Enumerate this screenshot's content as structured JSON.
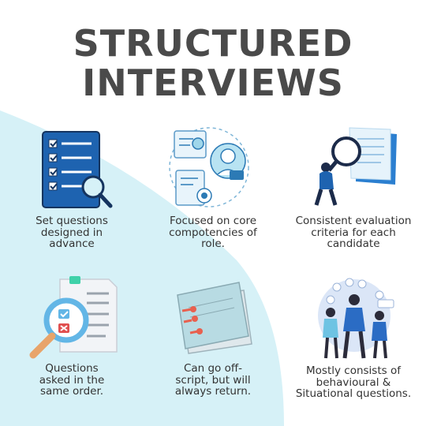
{
  "title": {
    "line1": "STRUCTURED",
    "line2": "INTERVIEWS"
  },
  "items": [
    {
      "icon": "checklist-magnifier-icon",
      "caption": [
        "Set questions",
        "designed in",
        "advance"
      ]
    },
    {
      "icon": "profile-documents-icon",
      "caption": [
        "Focused on core",
        "compotencies of",
        "role."
      ]
    },
    {
      "icon": "person-magnifier-document-icon",
      "caption": [
        "Consistent evaluation",
        "criteria for each",
        "candidate"
      ]
    },
    {
      "icon": "clipboard-magnifier-icon",
      "caption": [
        "Questions",
        "asked in the",
        "same order."
      ]
    },
    {
      "icon": "papers-paperclips-icon",
      "caption": [
        "Can go off-",
        "script, but will",
        "always return."
      ]
    },
    {
      "icon": "team-discussion-icon",
      "caption": [
        "Mostly consists of",
        "behavioural &",
        "Situational questions."
      ]
    }
  ],
  "colors": {
    "title": "#4a4a4a",
    "accent_bg": "#d6f1f7",
    "blue": "#1e63b0",
    "navy": "#15345f"
  }
}
